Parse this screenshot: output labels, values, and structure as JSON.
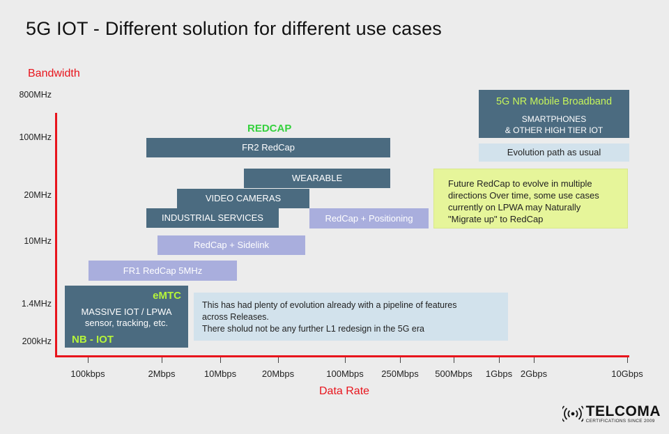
{
  "title": "5G IOT - Different solution for different use cases",
  "y_axis_label": "Bandwidth",
  "x_axis_label": "Data Rate",
  "y_ticks": [
    "800MHz",
    "100MHz",
    "20MHz",
    "10MHz",
    "1.4MHz",
    "200kHz"
  ],
  "x_ticks": [
    "100kbps",
    "2Mbps",
    "10Mbps",
    "20Mbps",
    "100Mbps",
    "250Mbps",
    "500Mbps",
    "1Gbps",
    "2Gbps",
    "10Gbps"
  ],
  "redcap_label": "REDCAP",
  "boxes": {
    "fr2_redcap": "FR2 RedCap",
    "wearable": "WEARABLE",
    "video_cameras": "VIDEO CAMERAS",
    "industrial_services": "INDUSTRIAL SERVICES",
    "redcap_positioning": "RedCap + Positioning",
    "redcap_sidelink": "RedCap + Sidelink",
    "fr1_redcap": "FR1 RedCap 5MHz",
    "evolution_path": "Evolution path as usual"
  },
  "lpwa": {
    "emtc": "eMTC",
    "line1": "MASSIVE IOT / LPWA",
    "line2": "sensor, tracking, etc.",
    "nbiot": "NB - IOT"
  },
  "mbb": {
    "heading": "5G NR Mobile Broadband",
    "line1": "SMARTPHONES",
    "line2": "& OTHER HIGH TIER IOT"
  },
  "future_note": "Future RedCap to evolve in multiple directions Over time, some use cases currently on LPWA may Naturally \"Migrate up\" to RedCap",
  "evolution_note": {
    "line1": "This has had plenty of evolution already with a pipeline of features",
    "line2": "across Releases.",
    "line3": "There sholud not be any further L1 redesign in the 5G era"
  },
  "logo": {
    "name": "TELCOMA",
    "tagline": "CERTIFICATIONS SINCE 2009",
    "icon": "signal-broadcast-icon"
  },
  "colors": {
    "axis": "#e8141c",
    "dark_box": "#4b6b80",
    "lavender_box": "#a9aedd",
    "pale_box": "#d2e2ec",
    "note_yellow": "#e6f59a",
    "redcap_green": "#35d13d",
    "lime_text": "#b6f53a"
  }
}
